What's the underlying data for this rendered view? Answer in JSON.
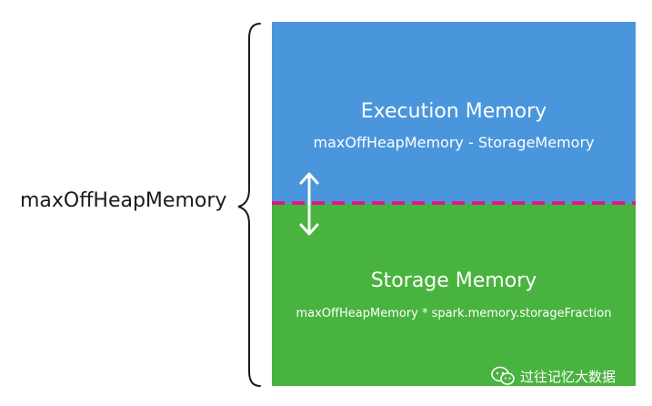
{
  "diagram": {
    "total_label": "maxOffHeapMemory",
    "execution": {
      "title": "Execution Memory",
      "formula": "maxOffHeapMemory - StorageMemory",
      "color": "#4a96dc"
    },
    "storage": {
      "title": "Storage Memory",
      "formula": "maxOffHeapMemory * spark.memory.storageFraction",
      "color": "#49b33f"
    },
    "boundary_color": "#e0197d",
    "watermark": {
      "icon": "wechat-icon",
      "text": "过往记忆大数据"
    }
  }
}
